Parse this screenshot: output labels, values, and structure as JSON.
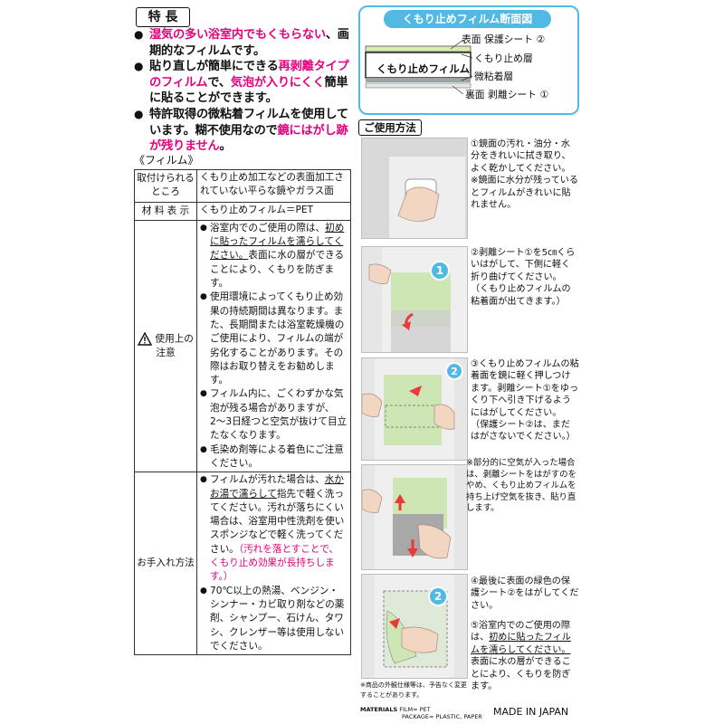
{
  "features": {
    "title": "特 長",
    "items": [
      {
        "parts": [
          {
            "t": "湿気の多い浴室内でもくもらない",
            "c": "pink"
          },
          {
            "t": "、画期的なフィルムです。",
            "c": ""
          }
        ]
      },
      {
        "parts": [
          {
            "t": "貼り直しが簡単にできる",
            "c": ""
          },
          {
            "t": "再剥離タイプのフィルム",
            "c": "pink"
          },
          {
            "t": "で、",
            "c": ""
          },
          {
            "t": "気泡が入りにくく",
            "c": "pink"
          },
          {
            "t": "簡単に貼ることができます。",
            "c": ""
          }
        ]
      },
      {
        "parts": [
          {
            "t": "特許取得の微粘着フィルムを使用しています。糊不使用なので",
            "c": ""
          },
          {
            "t": "鏡にはがし跡が残りません",
            "c": "pink"
          },
          {
            "t": "。",
            "c": ""
          }
        ]
      }
    ]
  },
  "film_section": {
    "heading": "《フィルム》",
    "rows": [
      {
        "label": "取付けられるところ",
        "value": "くもり止め加工などの表面加工されていない平らな鏡やガラス面"
      },
      {
        "label": "材 料 表 示",
        "value": "くもり止めフィルム＝PET"
      }
    ],
    "caution_label": "使用上の注意",
    "cautions": [
      {
        "pre": "浴室内でのご使用の際は、",
        "u": "初めに貼ったフィルムを濡らしてください。",
        "post": "表面に水の層ができることにより、くもりを防ぎます。"
      },
      {
        "pre": "使用環境によってくもり止め効果の持続期間は異なります。また、長期間または浴室乾燥機のご使用により、フィルムの端が劣化することがあります。その際はお取り替えをお勧めします。",
        "u": "",
        "post": ""
      },
      {
        "pre": "フィルム内に、ごくわずかな気泡が残る場合がありますが、2〜3日経つと空気が抜けて目立たなくなります。",
        "u": "",
        "post": ""
      },
      {
        "pre": "毛染め剤等による着色にご注意ください。",
        "u": "",
        "post": ""
      }
    ],
    "care_label": "お手入れ方法",
    "care": [
      {
        "pre": "フィルムが汚れた場合は、",
        "u": "水かお湯で濡らして",
        "post": "指先で軽く洗ってください。汚れが落ちにくい場合は、浴室用中性洗剤を使いスポンジなどで軽く洗ってください。",
        "note": "（汚れを落とすことで、くもり止め効果が長持ちします。）"
      },
      {
        "pre": "70℃以上の熱湯、ベンジン・シンナー・カビ取り剤などの薬剤、シャンプー、石けん、タワシ、クレンザー等は使用しないでください。",
        "u": "",
        "post": "",
        "note": ""
      }
    ]
  },
  "cross_section": {
    "title": "くもり止めフィルム断面図",
    "film_label": "くもり止めフィルム",
    "labels": [
      "表面 保護シート ②",
      "くもり止め層",
      "微粘着層",
      "裏面 剥離シート ①"
    ],
    "colors": {
      "protect": "#d6ecb0",
      "film": "#ffffff",
      "adhesive": "#9aa3a8",
      "release": "#e6e6e6",
      "accent": "#52b9e5"
    }
  },
  "usage": {
    "title": "ご使用方法",
    "steps": [
      {
        "text": "①鏡面の汚れ・油分・水分をきれいに拭き取り、よく乾かしてください。",
        "note": "※鏡面に水分が残っているとフィルムがきれいに貼れません。"
      },
      {
        "text": "②剥離シート①を5㎝くらいはがして、下側に軽く折り曲げてください。",
        "note": "（くもり止めフィルムの粘着面が出てきます。）"
      },
      {
        "text": "③くもり止めフィルムの粘着面を鏡に軽く押しつけます。剥離シート①をゆっくり下へ引き下げるようにはがしてください。",
        "note": "（保護シート②は、まだはがさないでください。）"
      },
      {
        "text": "※部分的に空気が入った場合は、剥離シートをはがすのをやめ、くもり止めフィルムを持ち上げ空気を抜き、貼り直します。",
        "note": ""
      },
      {
        "text": "④最後に表面の緑色の保護シート②をはがしてください。",
        "note": ""
      },
      {
        "text_pre": "⑤浴室内でのご使用の際は、",
        "text_u": "初めに貼ったフィルムを濡らしてください。",
        "text_post": "表面に水の層ができることにより、くもりを防ぎます。"
      }
    ],
    "badges": [
      "1",
      "2",
      "2"
    ]
  },
  "footer": {
    "note": "※商品の外観仕様等は、予告なく変更することがあります。",
    "materials_label": "MATERIALS",
    "materials_film": "FILM= PET",
    "materials_package": "PACKAGE= PLASTIC, PAPER",
    "made_in": "MADE IN JAPAN"
  }
}
